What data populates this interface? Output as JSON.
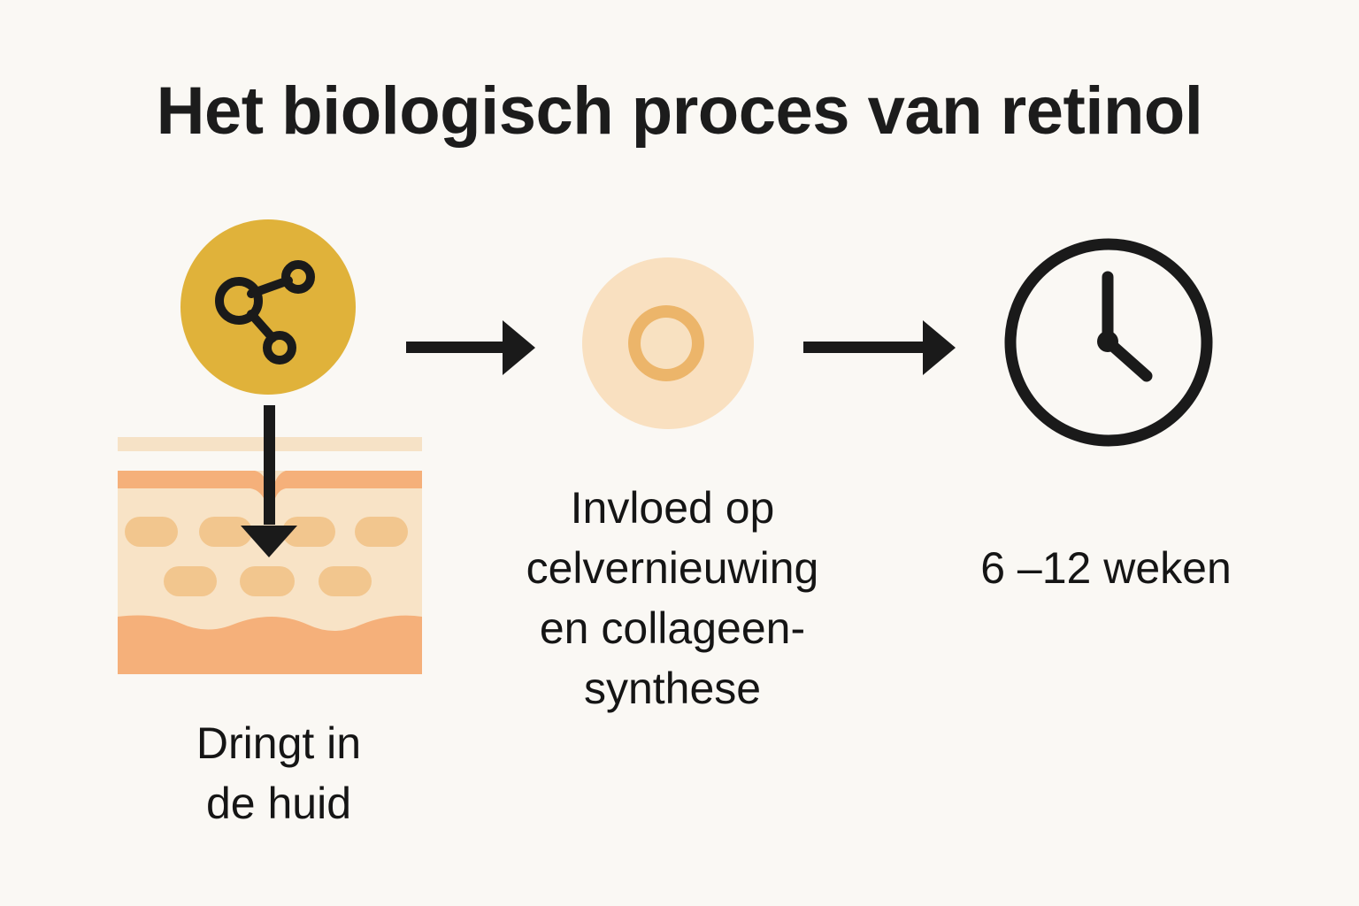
{
  "title": "Het biologisch proces van retinol",
  "colors": {
    "background": "#faf8f4",
    "molecule_circle": "#e0b23a",
    "ink": "#1a1a1a",
    "skin_light": "#f8e3c6",
    "skin_top_band": "#f6e2c6",
    "skin_orange": "#f5b07a",
    "skin_cells": "#f2c68e",
    "cell_outer": "#f9e0c0",
    "cell_ring": "#ecb56a",
    "cell_core": "#f8e1c1"
  },
  "steps": [
    {
      "icon": "molecule-icon",
      "label_lines": [
        "Dringt in",
        "de huid"
      ]
    },
    {
      "icon": "cell-icon",
      "label_lines": [
        "Invloed op",
        "celvernieuwing",
        "en collageen-",
        "synthese"
      ]
    },
    {
      "icon": "clock-icon",
      "label_lines": [
        "6 –12 weken"
      ]
    }
  ]
}
